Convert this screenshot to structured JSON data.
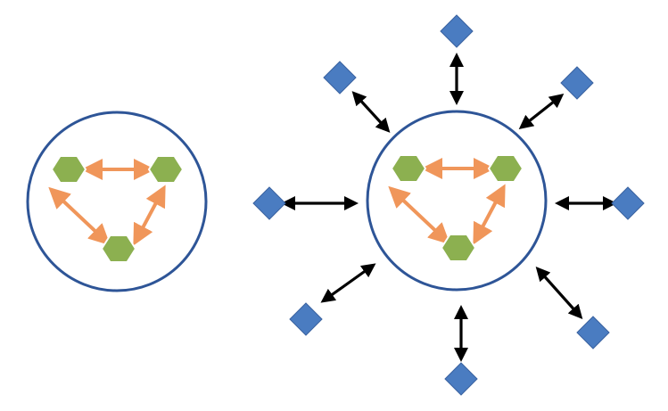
{
  "diagram": {
    "background": "#ffffff",
    "circle": {
      "stroke": "#2e5597",
      "fill": "#ffffff"
    },
    "node": {
      "shape": "hexagon",
      "fill": "#8cb050",
      "stroke": "#ffffff"
    },
    "inner_arrow_color": "#f0965a",
    "outer_node": {
      "shape": "diamond",
      "fill": "#4a7cc1",
      "stroke": "#3a62a0"
    },
    "outer_arrow_color": "#000000",
    "left_cluster": {
      "nodes": 3,
      "links": "bidirectional"
    },
    "right_cluster": {
      "nodes": 3,
      "links": "bidirectional",
      "external_nodes": 8,
      "external_links": "bidirectional"
    }
  }
}
